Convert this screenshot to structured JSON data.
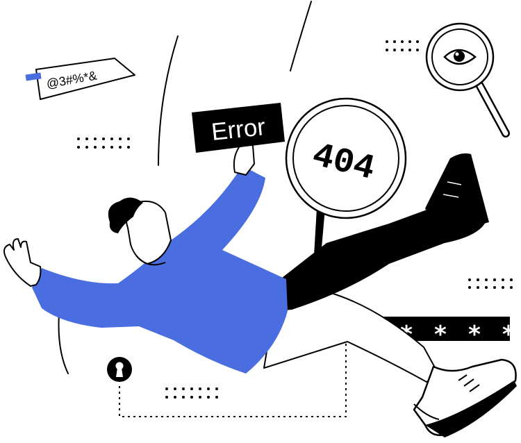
{
  "illustration": {
    "error_sign": "Error",
    "magnifier_code": "404",
    "symbol_tag": "@3#%*&",
    "password_mask": "* * * * *",
    "icons": [
      "eye-magnifier-icon",
      "keyhole-lock-icon"
    ],
    "colors": {
      "accent_blue": "#4a6ee0",
      "ink": "#000000",
      "background": "#ffffff"
    }
  }
}
